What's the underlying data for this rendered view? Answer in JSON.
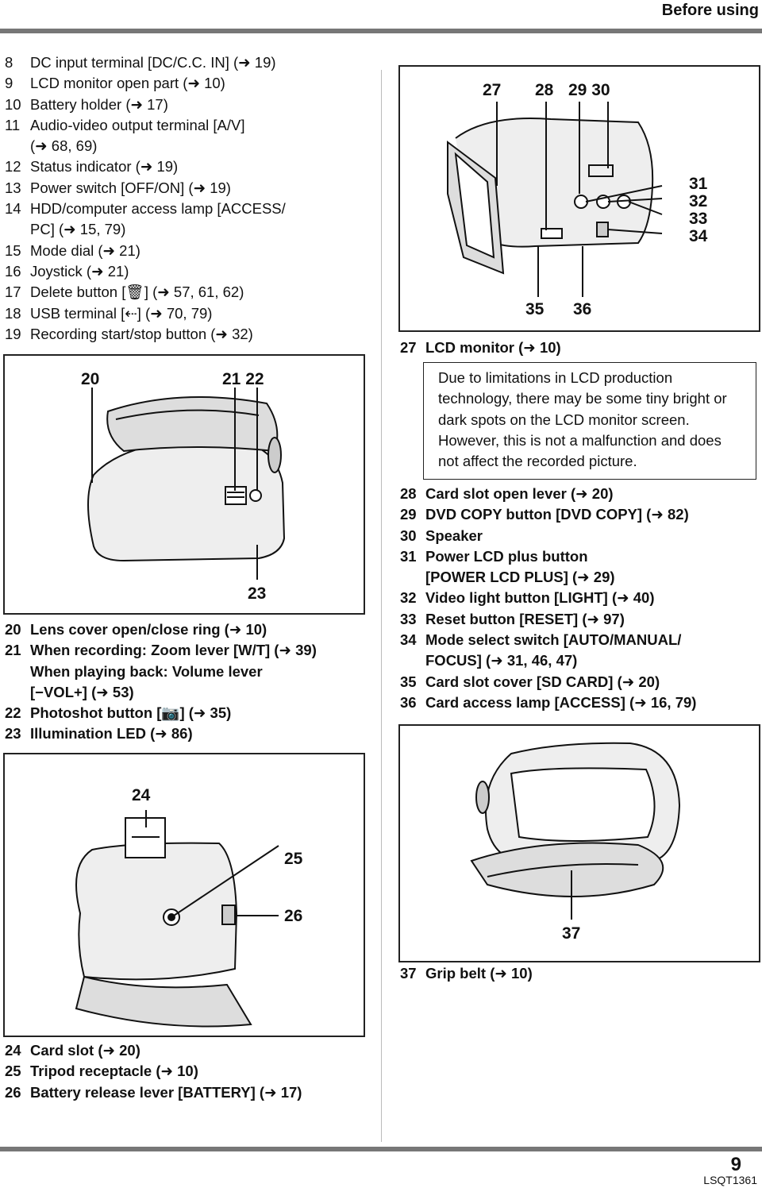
{
  "header": {
    "title": "Before using"
  },
  "left_list_top": [
    {
      "num": "8",
      "text": "DC input terminal [DC/C.C. IN] (➜ 19)"
    },
    {
      "num": "9",
      "text": "LCD monitor open part (➜ 10)"
    },
    {
      "num": "10",
      "text": "Battery holder (➜ 17)"
    },
    {
      "num": "11",
      "text": "Audio-video output terminal [A/V]"
    },
    {
      "num": "",
      "text": "(➜ 68, 69)"
    },
    {
      "num": "12",
      "text": "Status indicator (➜ 19)"
    },
    {
      "num": "13",
      "text": "Power switch [OFF/ON] (➜ 19)"
    },
    {
      "num": "14",
      "text": "HDD/computer access lamp [ACCESS/"
    },
    {
      "num": "",
      "text": "PC] (➜ 15, 79)"
    },
    {
      "num": "15",
      "text": "Mode dial (➜ 21)"
    },
    {
      "num": "16",
      "text": "Joystick (➜ 21)"
    },
    {
      "num": "17",
      "text": "Delete button [🗑] (➜ 57, 61, 62)"
    },
    {
      "num": "18",
      "text": "USB terminal [⇠] (➜ 70, 79)"
    },
    {
      "num": "19",
      "text": "Recording start/stop button (➜ 32)"
    }
  ],
  "figure1": {
    "labels": [
      "20",
      "21 22",
      "23"
    ]
  },
  "left_list_mid": [
    {
      "num": "20",
      "text": "Lens cover open/close ring (➜ 10)"
    },
    {
      "num": "21",
      "text": "When recording: Zoom lever [W/T] (➜ 39)"
    },
    {
      "num": "",
      "text": "When playing back: Volume lever"
    },
    {
      "num": "",
      "text": "[−VOL+] (➜ 53)"
    },
    {
      "num": "22",
      "text": "Photoshot button [📷] (➜ 35)"
    },
    {
      "num": "23",
      "text": "Illumination LED (➜ 86)"
    }
  ],
  "figure3": {
    "labels": [
      "24",
      "25",
      "26"
    ]
  },
  "left_list_bottom": [
    {
      "num": "24",
      "text": "Card slot (➜ 20)"
    },
    {
      "num": "25",
      "text": "Tripod receptacle (➜ 10)"
    },
    {
      "num": "26",
      "text": "Battery release lever [BATTERY] (➜ 17)"
    }
  ],
  "figure2": {
    "labels": [
      "27",
      "28",
      "29 30",
      "31",
      "32",
      "33",
      "34",
      "35",
      "36"
    ]
  },
  "item27": {
    "num": "27",
    "text": "LCD monitor (➜ 10)"
  },
  "note": "Due to limitations in LCD production technology, there may be some tiny bright or dark spots on the LCD monitor screen. However, this is not a malfunction and does not affect the recorded picture.",
  "right_list": [
    {
      "num": "28",
      "text": "Card slot open lever (➜ 20)"
    },
    {
      "num": "29",
      "text": "DVD COPY button [DVD COPY] (➜ 82)"
    },
    {
      "num": "30",
      "text": "Speaker"
    },
    {
      "num": "31",
      "text": "Power LCD plus button"
    },
    {
      "num": "",
      "text": "[POWER LCD PLUS] (➜ 29)"
    },
    {
      "num": "32",
      "text": "Video light button [LIGHT] (➜ 40)"
    },
    {
      "num": "33",
      "text": "Reset button [RESET] (➜ 97)"
    },
    {
      "num": "34",
      "text": "Mode select switch [AUTO/MANUAL/"
    },
    {
      "num": "",
      "text": "FOCUS] (➜ 31, 46, 47)"
    },
    {
      "num": "35",
      "text": "Card slot cover [SD CARD] (➜ 20)"
    },
    {
      "num": "36",
      "text": "Card access lamp [ACCESS] (➜ 16, 79)"
    }
  ],
  "figure4": {
    "labels": [
      "37"
    ]
  },
  "item37": {
    "num": "37",
    "text": "Grip belt (➜ 10)"
  },
  "footer": {
    "page_number": "9",
    "code": "LSQT1361"
  }
}
